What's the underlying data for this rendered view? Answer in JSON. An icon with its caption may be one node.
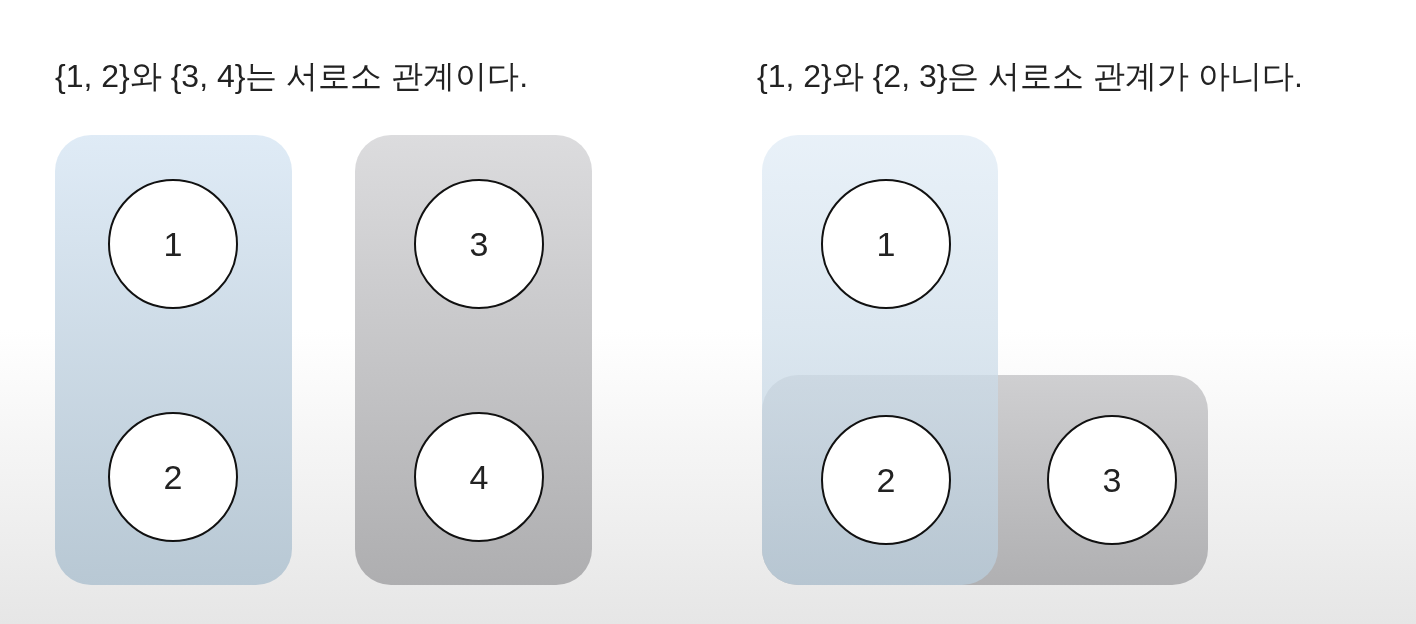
{
  "diagram": {
    "nodes": [
      {
        "text": [],
        "shape": "box"
      },
      {
        "text": [
          "1"
        ],
        "in": 0
      },
      {
        "text": [
          "2"
        ],
        "in": 0
      },
      {
        "text": [],
        "shape": "box"
      },
      {
        "text": [
          "3"
        ],
        "in": 3
      },
      {
        "text": [
          "4"
        ],
        "in": 3
      },
      {
        "text": [],
        "shape": "box"
      },
      {
        "text": [
          "1"
        ],
        "in": 6
      },
      {
        "text": [
          "2"
        ]
      },
      {
        "text": [],
        "shape": "box"
      },
      {
        "text": [
          "3"
        ],
        "in": 9
      }
    ],
    "edges": [],
    "labels": [
      "{1, 2}와 {3, 4}는 서로소 관계이다.",
      "{1, 2}와 {2, 3}은 서로소 관계가 아니다."
    ]
  }
}
